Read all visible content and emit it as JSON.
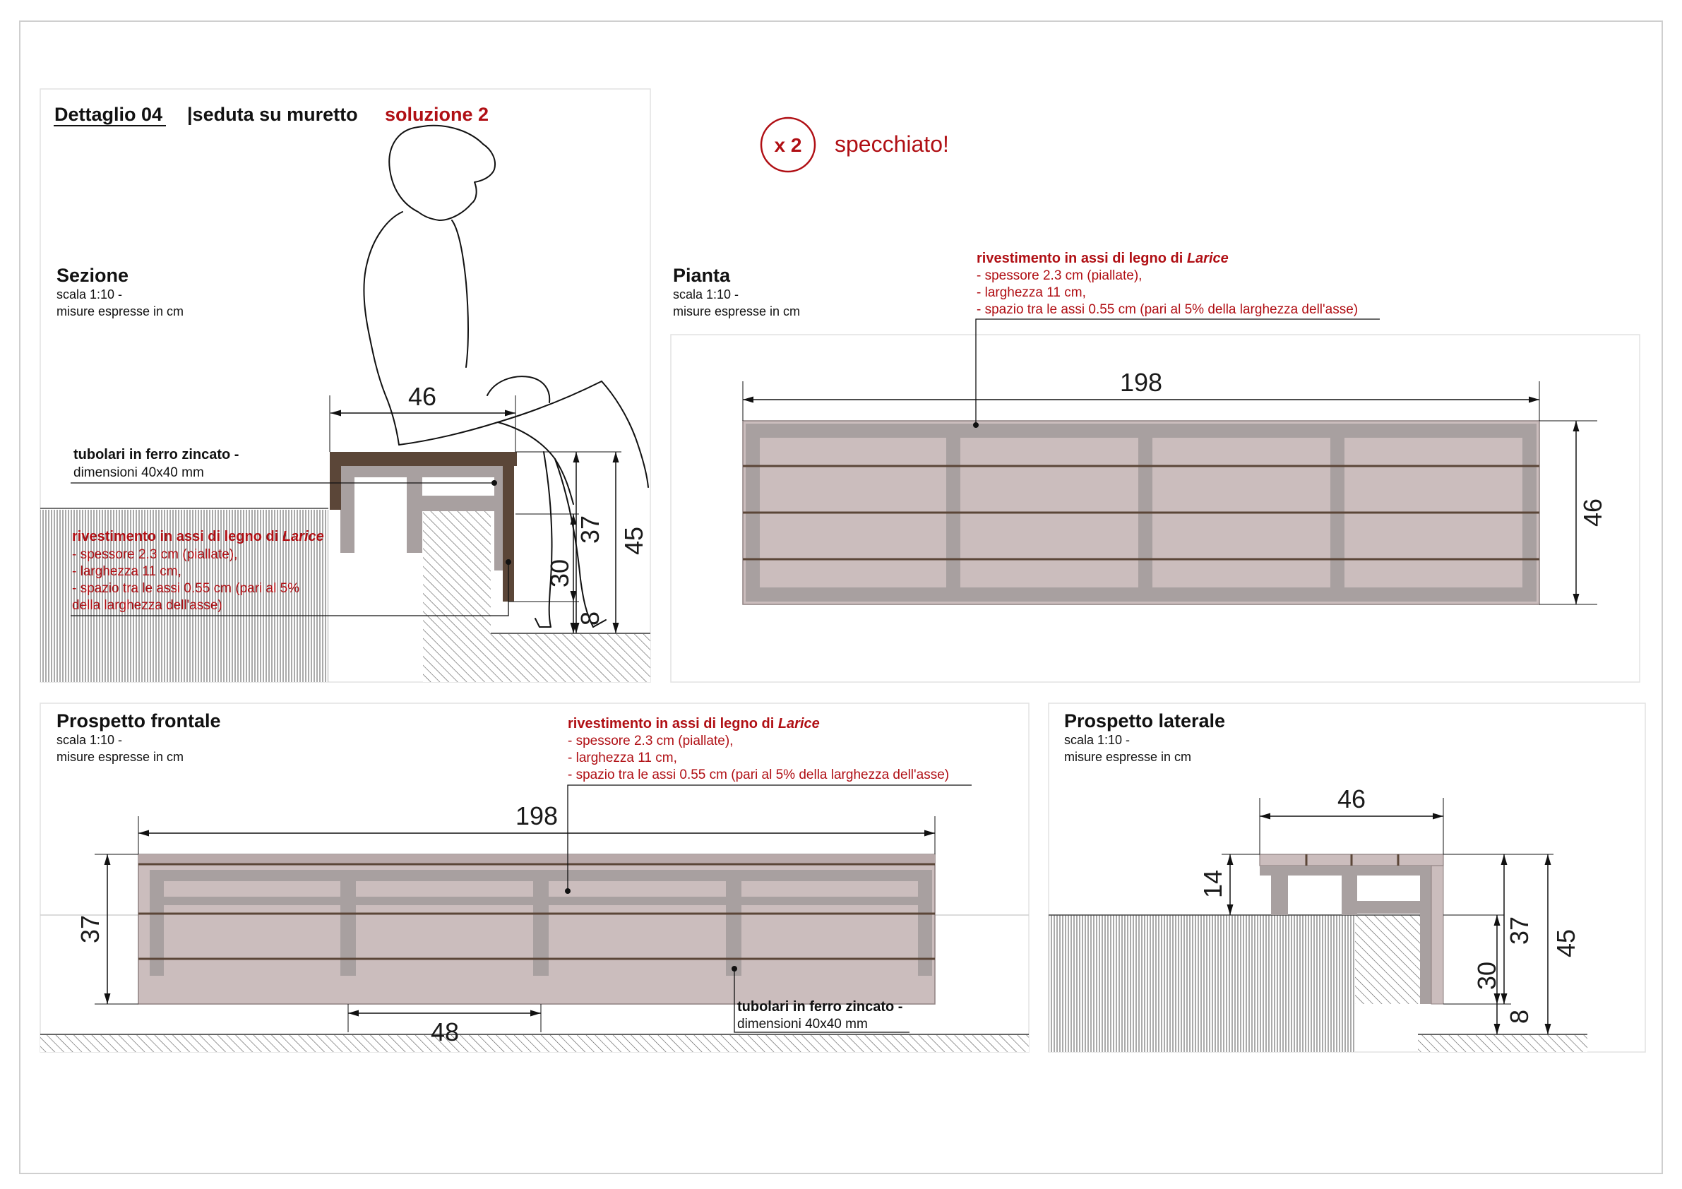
{
  "header": {
    "code": "Dettaglio 04",
    "subject": "|seduta su muretto",
    "solution": "soluzione 2"
  },
  "badge": {
    "count": "x 2",
    "note": "specchiato!"
  },
  "views": {
    "sezione": {
      "title": "Sezione",
      "scale": "scala 1:10 -",
      "units": "misure espresse in cm"
    },
    "pianta": {
      "title": "Pianta",
      "scale": "scala 1:10 -",
      "units": "misure espresse in cm"
    },
    "frontale": {
      "title": "Prospetto frontale",
      "scale": "scala 1:10 -",
      "units": "misure espresse in cm"
    },
    "laterale": {
      "title": "Prospetto laterale",
      "scale": "scala 1:10 -",
      "units": "misure espresse in cm"
    }
  },
  "notes": {
    "cladding_title_prefix": "rivestimento in assi di legno di ",
    "cladding_species": "Larice",
    "cladding_thickness": "- spessore 2.3 cm (piallate),",
    "cladding_width": "- larghezza 11 cm,",
    "cladding_gap": "- spazio tra le assi 0.55 cm (pari al 5% della larghezza dell'asse)",
    "cladding_gap_line1": "- spazio tra le assi 0.55 cm (pari al 5%",
    "cladding_gap_line2": "della larghezza dell'asse)",
    "tube_title": "tubolari in ferro zincato -",
    "tube_size": "dimensioni 40x40 mm"
  },
  "dimensions": {
    "sezione": {
      "depth": "46",
      "seat_height": "37",
      "total_height": "45",
      "wall_height": "30",
      "base": "8"
    },
    "pianta": {
      "length": "198",
      "depth": "46"
    },
    "frontale": {
      "length": "198",
      "height": "37",
      "spacing": "48"
    },
    "laterale": {
      "depth": "46",
      "top": "14",
      "seat_height": "37",
      "total_height": "45",
      "wall_height": "30",
      "base": "8"
    }
  },
  "colors": {
    "accent_red": "#b00f14",
    "wood_dark": "#5b4638",
    "steel": "#9c9494",
    "slab": "#cbbdbd",
    "frame_grey": "#a8a0a0"
  }
}
